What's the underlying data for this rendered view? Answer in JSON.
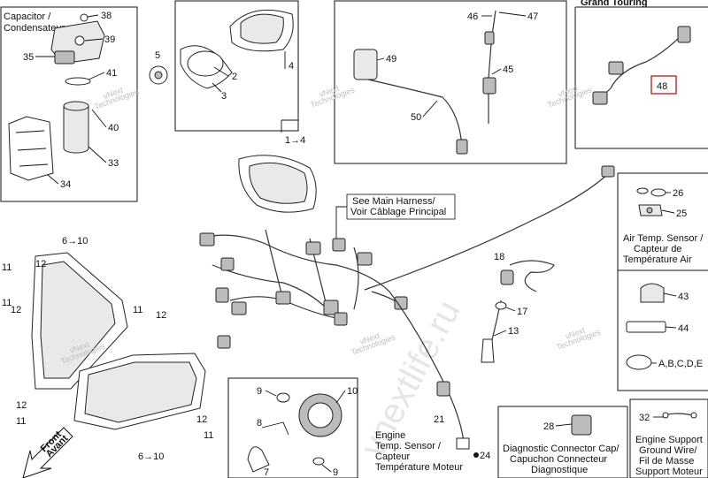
{
  "watermark": "vnextlife.ru",
  "watermark_small": [
    "vNext",
    "Technologies"
  ],
  "title_corner": "Grand Touring",
  "panels": {
    "capacitor": [
      "Capacitor /",
      "Condensateur"
    ],
    "see_main_harness": [
      "See Main Harness/",
      "Voir Câblage Principal"
    ],
    "air_temp": [
      "Air Temp. Sensor /",
      "Capteur de",
      "Température Air"
    ],
    "engine_temp": [
      "Engine",
      "Temp. Sensor /",
      "Capteur",
      "Température Moteur"
    ],
    "diagnostic": [
      "Diagnostic Connector Cap/",
      "Capuchon Connecteur",
      "Diagnostique"
    ],
    "engine_support": [
      "Engine Support",
      "Ground Wire/",
      "Fil de Masse",
      "Support Moteur"
    ],
    "front": [
      "Front",
      "Avant"
    ]
  },
  "callouts": {
    "n1": "1",
    "n2": "2",
    "n3": "3",
    "n4": "4",
    "n5": "5",
    "n7": "7",
    "n8": "8",
    "n9": "9",
    "n10": "10",
    "n11": "11",
    "n12": "12",
    "n13": "13",
    "n17": "17",
    "n18": "18",
    "n21": "21",
    "n24": "24",
    "n25": "25",
    "n26": "26",
    "n28": "28",
    "n32": "32",
    "n33": "33",
    "n34": "34",
    "n35": "35",
    "n38": "38",
    "n39": "39",
    "n40": "40",
    "n41": "41",
    "n43": "43",
    "n44": "44",
    "n45": "45",
    "n46": "46",
    "n47": "47",
    "n48": "48",
    "n49": "49",
    "n50": "50",
    "r1_4": "1→4",
    "r6_10": "6→10",
    "abcde": "A,B,C,D,E"
  }
}
